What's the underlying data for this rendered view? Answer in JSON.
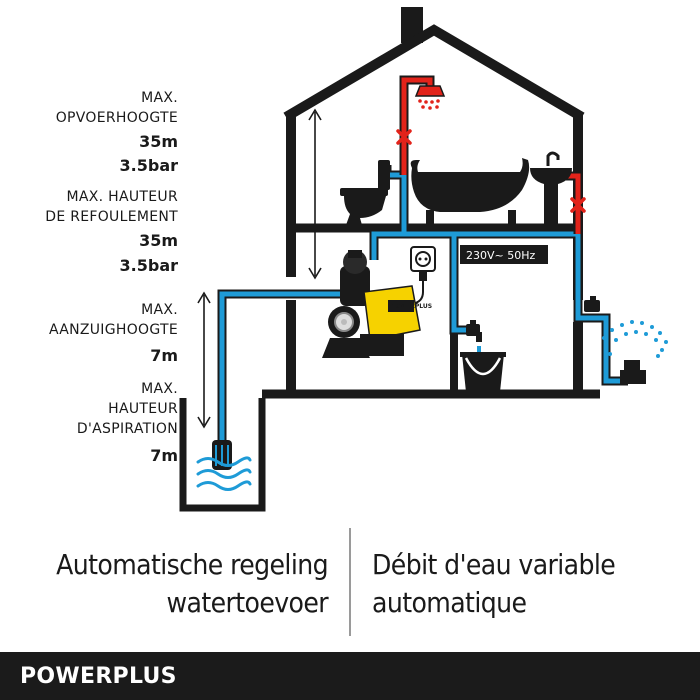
{
  "labels": {
    "max_discharge_nl": {
      "line1": "MAX.",
      "line2": "OPVOERHOOGTE",
      "height": "35m",
      "pressure": "3.5bar"
    },
    "max_discharge_fr": {
      "line1": "MAX. HAUTEUR",
      "line2": "DE REFOULEMENT",
      "height": "35m",
      "pressure": "3.5bar"
    },
    "max_suction_nl": {
      "line1": "MAX.",
      "line2": "AANZUIGHOOGTE",
      "value": "7m"
    },
    "max_suction_fr": {
      "line1": "MAX.",
      "line2": "HAUTEUR",
      "line3": "D'ASPIRATION",
      "value": "7m"
    }
  },
  "power_label": "230V~ 50Hz",
  "pump_plate": "POWERPLUS",
  "caption": {
    "left_line1": "Automatische regeling",
    "left_line2": "watertoevoer",
    "right_line1": "Débit d'eau variable",
    "right_line2": "automatique"
  },
  "brand": "POWERPLUS",
  "colors": {
    "pipe_blue": "#1e9bd7",
    "pipe_red": "#e2231a",
    "house_outline": "#1a1a1a",
    "pump_yellow": "#f6d200",
    "footer_bg": "#1b1b1b"
  },
  "icons": [
    "shower-icon",
    "toilet-icon",
    "bathtub-icon",
    "sink-icon",
    "red-x-icon",
    "wall-socket-icon",
    "water-pump-icon",
    "tap-icon",
    "bucket-icon",
    "garden-sprinkler-icon",
    "foot-valve-icon",
    "water-wave-icon",
    "double-arrow-icon"
  ]
}
